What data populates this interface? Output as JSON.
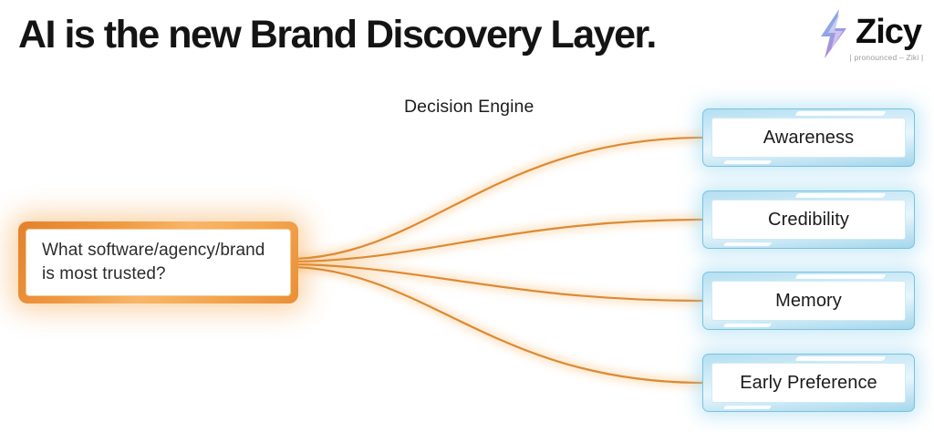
{
  "header": {
    "title": "AI is the new Brand Discovery Layer."
  },
  "logo": {
    "brand": "Zicy",
    "tagline": "| pronounced – Ziki |",
    "bolt_icon": "lightning-bolt",
    "bolt_color_top": "#7b9ce8",
    "bolt_color_bottom": "#b57fd6"
  },
  "diagram": {
    "engine_label": "Decision Engine",
    "source": {
      "question": "What software/agency/brand is most trusted?"
    },
    "outputs": [
      {
        "label": "Awareness"
      },
      {
        "label": "Credibility"
      },
      {
        "label": "Memory"
      },
      {
        "label": "Early Preference"
      }
    ],
    "colors": {
      "source_border": "#ef9a42",
      "connector": "#dd8a33",
      "connector_glow": "#f5a94e",
      "output_border": "#a5d7ec",
      "output_glow": "#96d6f0"
    }
  }
}
